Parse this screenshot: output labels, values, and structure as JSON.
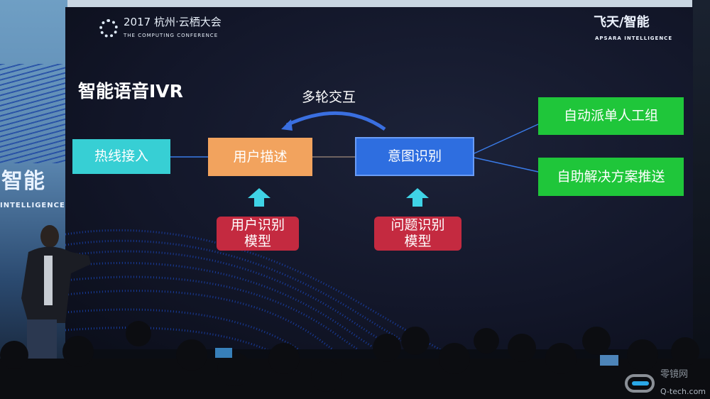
{
  "venue": {
    "wall_text": "智能",
    "wall_sub": "INTELLIGENCE"
  },
  "conference": {
    "title": "2017 杭州·云栖大会",
    "subtitle": "THE COMPUTING CONFERENCE"
  },
  "brand": {
    "title": "飞天/智能",
    "subtitle": "APSARA INTELLIGENCE"
  },
  "slide": {
    "title": "智能语音IVR",
    "loop_label": "多轮交互",
    "boxes": {
      "hotline": "热线接入",
      "user_description": "用户描述",
      "intent_recognition": "意图识别",
      "auto_dispatch": "自动派单人工组",
      "self_service": "自助解决方案推送",
      "user_model": "用户识别模型",
      "question_model": "问题识别模型"
    }
  },
  "watermark": {
    "name": "零镜网",
    "url": "Q-tech.com"
  },
  "colors": {
    "cyan": "#37cfd4",
    "orange": "#f2a35e",
    "blue": "#2e6ee0",
    "green": "#1fc63a",
    "red": "#c42a40"
  }
}
